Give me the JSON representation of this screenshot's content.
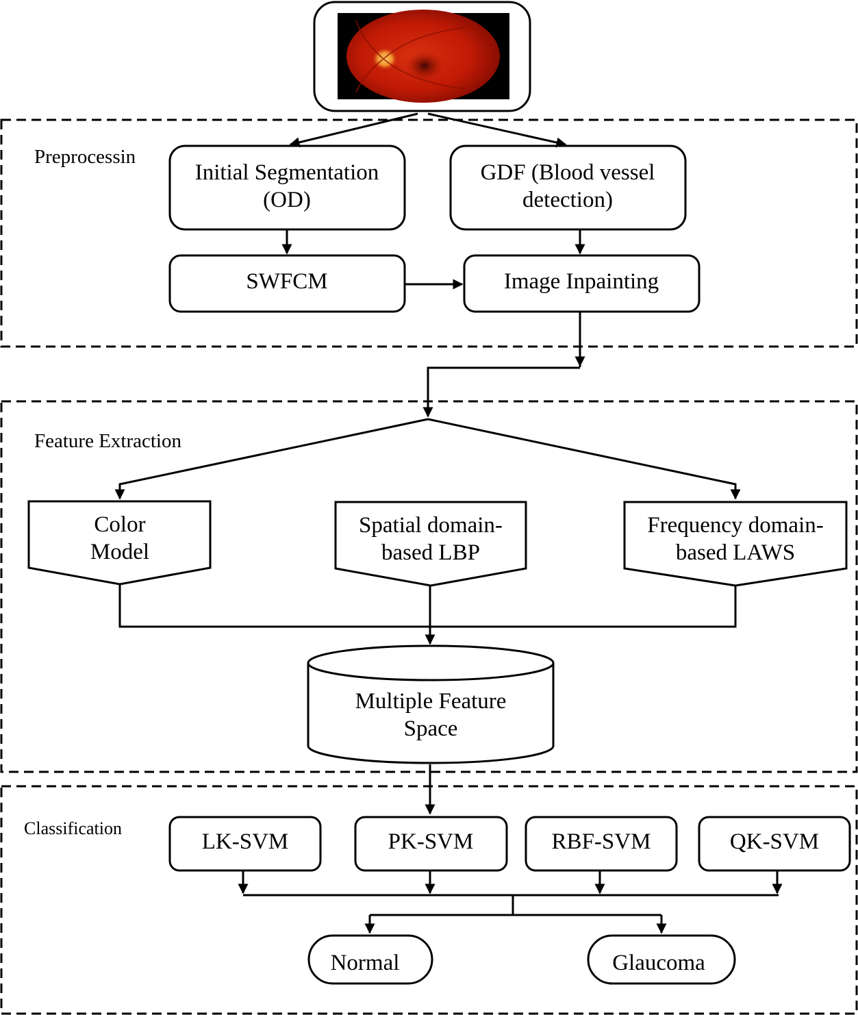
{
  "input": {
    "image": "retinal-fundus-image"
  },
  "sections": {
    "preprocessing": "Preprocessin",
    "feature_extraction": "Feature Extraction",
    "classification": "Classification"
  },
  "preprocessing": {
    "initial_seg_line1": "Initial Segmentation",
    "initial_seg_line2": "(OD)",
    "gdf_line1": "GDF (Blood vessel",
    "gdf_line2": "detection)",
    "swfcm": "SWFCM",
    "inpainting": "Image Inpainting"
  },
  "features": {
    "color_line1": "Color",
    "color_line2": "Model",
    "spatial_line1": "Spatial domain-",
    "spatial_line2": "based LBP",
    "freq_line1": "Frequency domain-",
    "freq_line2": "based LAWS",
    "space_line1": "Multiple Feature",
    "space_line2": "Space"
  },
  "classifiers": [
    "LK-SVM",
    "PK-SVM",
    "RBF-SVM",
    "QK-SVM"
  ],
  "outputs": {
    "normal": "Normal",
    "glaucoma": "Glaucoma"
  }
}
